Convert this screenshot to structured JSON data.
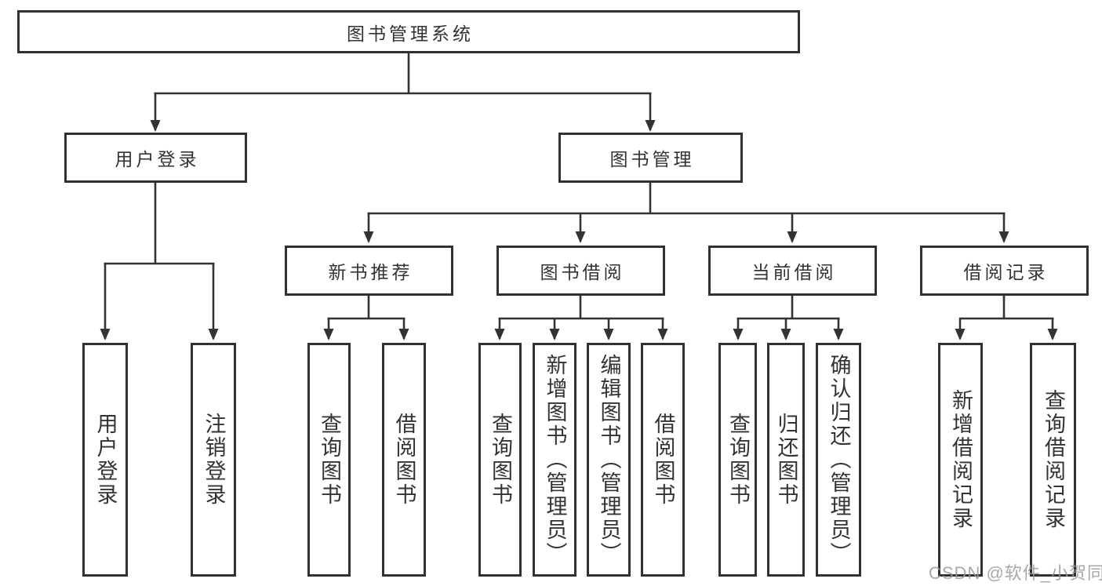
{
  "diagram": {
    "title": "图书管理系统",
    "watermark": "CSDN @软件_小贺同学",
    "colors": {
      "line": "#333333",
      "text": "#333333",
      "node_border": "#313131",
      "node_background": "#ffffff",
      "background": "#ffffff",
      "watermark": "#999999"
    },
    "nodes": [
      {
        "id": "root",
        "label": "图书管理系统",
        "level": 1,
        "parent": null
      },
      {
        "id": "user-login",
        "label": "用户登录",
        "level": 2,
        "parent": "root"
      },
      {
        "id": "book-mgmt",
        "label": "图书管理",
        "level": 2,
        "parent": "root"
      },
      {
        "id": "new-book-rec",
        "label": "新书推荐",
        "level": 3,
        "parent": "book-mgmt"
      },
      {
        "id": "book-borrow",
        "label": "图书借阅",
        "level": 3,
        "parent": "book-mgmt"
      },
      {
        "id": "current-borrow",
        "label": "当前借阅",
        "level": 3,
        "parent": "book-mgmt"
      },
      {
        "id": "borrow-records",
        "label": "借阅记录",
        "level": 3,
        "parent": "book-mgmt"
      },
      {
        "id": "login",
        "label": "用户登录",
        "level": 4,
        "parent": "user-login"
      },
      {
        "id": "logout",
        "label": "注销登录",
        "level": 4,
        "parent": "user-login"
      },
      {
        "id": "rec-query-book",
        "label": "查询图书",
        "level": 4,
        "parent": "new-book-rec"
      },
      {
        "id": "rec-borrow-book",
        "label": "借阅图书",
        "level": 4,
        "parent": "new-book-rec"
      },
      {
        "id": "bb-query-book",
        "label": "查询图书",
        "level": 4,
        "parent": "book-borrow"
      },
      {
        "id": "bb-add-book",
        "label": "新增图书（管理员）",
        "level": 4,
        "parent": "book-borrow"
      },
      {
        "id": "bb-edit-book",
        "label": "编辑图书（管理员）",
        "level": 4,
        "parent": "book-borrow"
      },
      {
        "id": "bb-borrow-book",
        "label": "借阅图书",
        "level": 4,
        "parent": "book-borrow"
      },
      {
        "id": "cb-query-book",
        "label": "查询图书",
        "level": 4,
        "parent": "current-borrow"
      },
      {
        "id": "cb-return-book",
        "label": "归还图书",
        "level": 4,
        "parent": "current-borrow"
      },
      {
        "id": "cb-confirm-return",
        "label": "确认归还（管理员）",
        "level": 4,
        "parent": "current-borrow"
      },
      {
        "id": "br-add-record",
        "label": "新增借阅记录",
        "level": 4,
        "parent": "borrow-records"
      },
      {
        "id": "br-query-record",
        "label": "查询借阅记录",
        "level": 4,
        "parent": "borrow-records"
      }
    ]
  }
}
